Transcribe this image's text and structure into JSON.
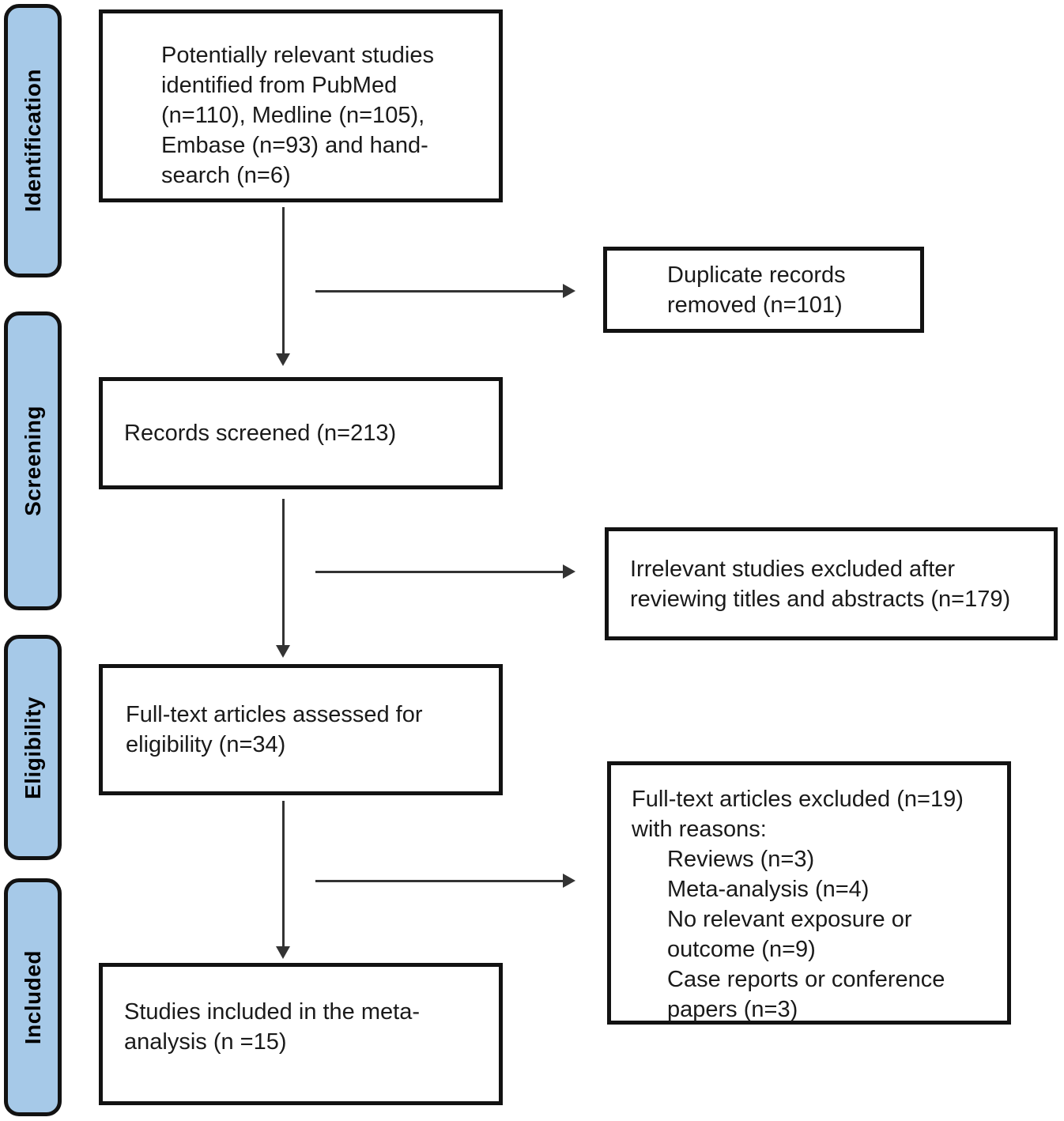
{
  "diagram": {
    "type": "prisma-study-selection-flowchart"
  },
  "stages": [
    {
      "label": "Identification"
    },
    {
      "label": "Screening"
    },
    {
      "label": "Eligibility"
    },
    {
      "label": "Included"
    }
  ],
  "flow_boxes": [
    {
      "name": "identified",
      "text": "Potentially relevant studies\nidentified from PubMed\n(n=110), Medline (n=105),\nEmbase (n=93) and hand-\nsearch (n=6)"
    },
    {
      "name": "screened",
      "text": "Records screened (n=213)"
    },
    {
      "name": "eligibility",
      "text": "Full-text articles assessed for\neligibility (n=34)"
    },
    {
      "name": "included",
      "text": "Studies included in the meta-\nanalysis (n =15)"
    }
  ],
  "exclusion_boxes": [
    {
      "name": "duplicates-removed",
      "text": "Duplicate records\nremoved (n=101)"
    },
    {
      "name": "irrelevant-excluded",
      "text": "Irrelevant studies excluded after\nreviewing titles and abstracts (n=179)"
    },
    {
      "name": "fulltext-excluded",
      "intro": "Full-text articles excluded (n=19)\nwith reasons:",
      "reasons": [
        "Reviews (n=3)",
        "Meta-analysis (n=4)",
        "No relevant exposure or\noutcome (n=9)",
        "Case reports or conference\npapers (n=3)"
      ]
    }
  ],
  "colors": {
    "stage_fill": "#a6c9e8",
    "box_border": "#121212",
    "arrow": "#333333",
    "text": "#1a1a1a"
  }
}
